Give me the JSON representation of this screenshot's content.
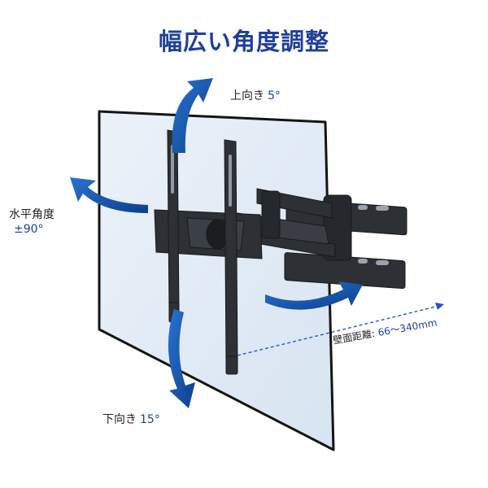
{
  "title": "幅広い角度調整",
  "labels": {
    "up_text": "上向き",
    "up_value": "5°",
    "down_text": "下向き",
    "down_value": "15°",
    "horizontal_text": "水平角度",
    "horizontal_value": "±90°",
    "distance_text": "壁面距離:",
    "distance_value": "66〜340mm"
  },
  "colors": {
    "title": "#1f3f9a",
    "value": "#1f3f9a",
    "arrow": "#1557b0",
    "arrow_dark": "#0b3a86",
    "screen_fill": "#dfe9f5",
    "screen_border": "#141414",
    "mount": "#2d3035",
    "mount_dark": "#1b1d21",
    "dashed_line": "#2b55c4"
  }
}
